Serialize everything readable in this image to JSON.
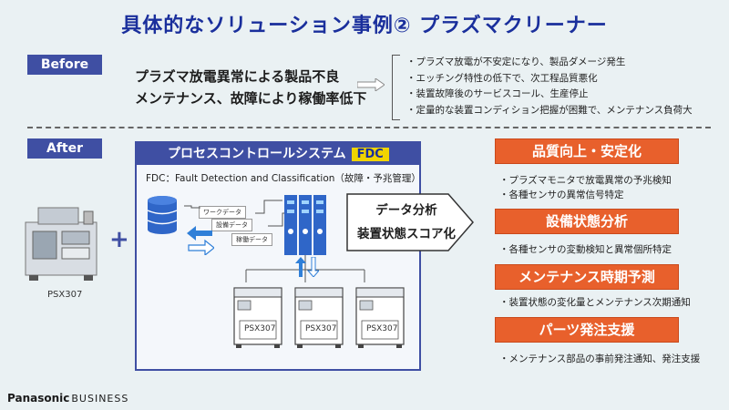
{
  "title": "具体的なソリューション事例② プラズマクリーナー",
  "before": {
    "label": "Before",
    "main_lines": [
      "プラズマ放電異常による製品不良",
      "メンテナンス、故障により稼働率低下"
    ],
    "details": [
      "・プラズマ放電が不安定になり、製品ダメージ発生",
      "・エッチング特性の低下で、次工程品質悪化",
      "・装置故障後のサービスコール、生産停止",
      "・定量的な装置コンディション把握が困難で、メンテナンス負荷大"
    ]
  },
  "after": {
    "label": "After",
    "machine_label": "PSX307",
    "plus": "+",
    "system_title": "プロセスコントロールシステム",
    "system_tag": "FDC",
    "fdc_subtitle": "FDC：Fault Detection and Classification（故障・予兆管理）",
    "data_labels": [
      "ワークデータ",
      "設備データ",
      "稼働データ"
    ],
    "psx_units": [
      "PSX307",
      "PSX307",
      "PSX307"
    ],
    "analysis_lines": [
      "データ分析",
      "装置状態スコア化"
    ]
  },
  "benefits": [
    {
      "heading": "品質向上・安定化",
      "details": [
        "・プラズマモニタで放電異常の予兆検知",
        "・各種センサの異常信号特定"
      ]
    },
    {
      "heading": "設備状態分析",
      "details": [
        "・各種センサの変動検知と異常個所特定"
      ]
    },
    {
      "heading": "メンテナンス時期予測",
      "details": [
        "・装置状態の変化量とメンテナンス次期通知"
      ]
    },
    {
      "heading": "パーツ発注支援",
      "details": [
        "・メンテナンス部品の事前発注通知、発注支援"
      ]
    }
  ],
  "footer": {
    "brand": "Panasonic",
    "division": "BUSINESS"
  },
  "colors": {
    "navy": "#3f4fa3",
    "title_blue": "#1a2f9c",
    "orange": "#e8602c",
    "yellow": "#f0d400",
    "arrow_blue": "#2f7fd8"
  }
}
